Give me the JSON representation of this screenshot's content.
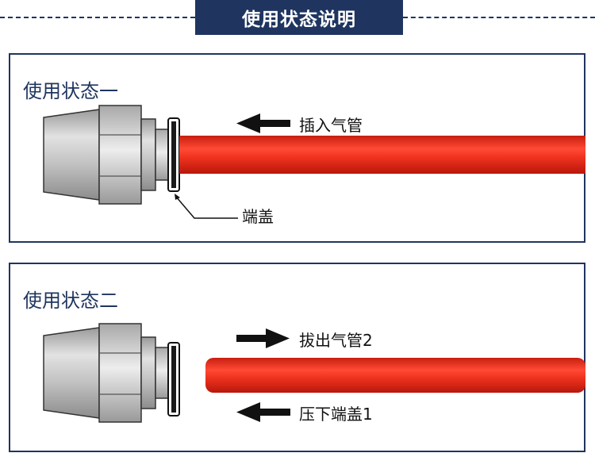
{
  "header": {
    "title": "使用状态说明"
  },
  "panel1": {
    "title": "使用状态一",
    "insert_label": "插入气管",
    "cap_label": "端盖"
  },
  "panel2": {
    "title": "使用状态二",
    "pull_label": "拔出气管2",
    "press_label": "压下端盖1"
  },
  "colors": {
    "navy": "#1f3560",
    "tube_red": "#f0311f",
    "metal": "#c4c4c4"
  }
}
